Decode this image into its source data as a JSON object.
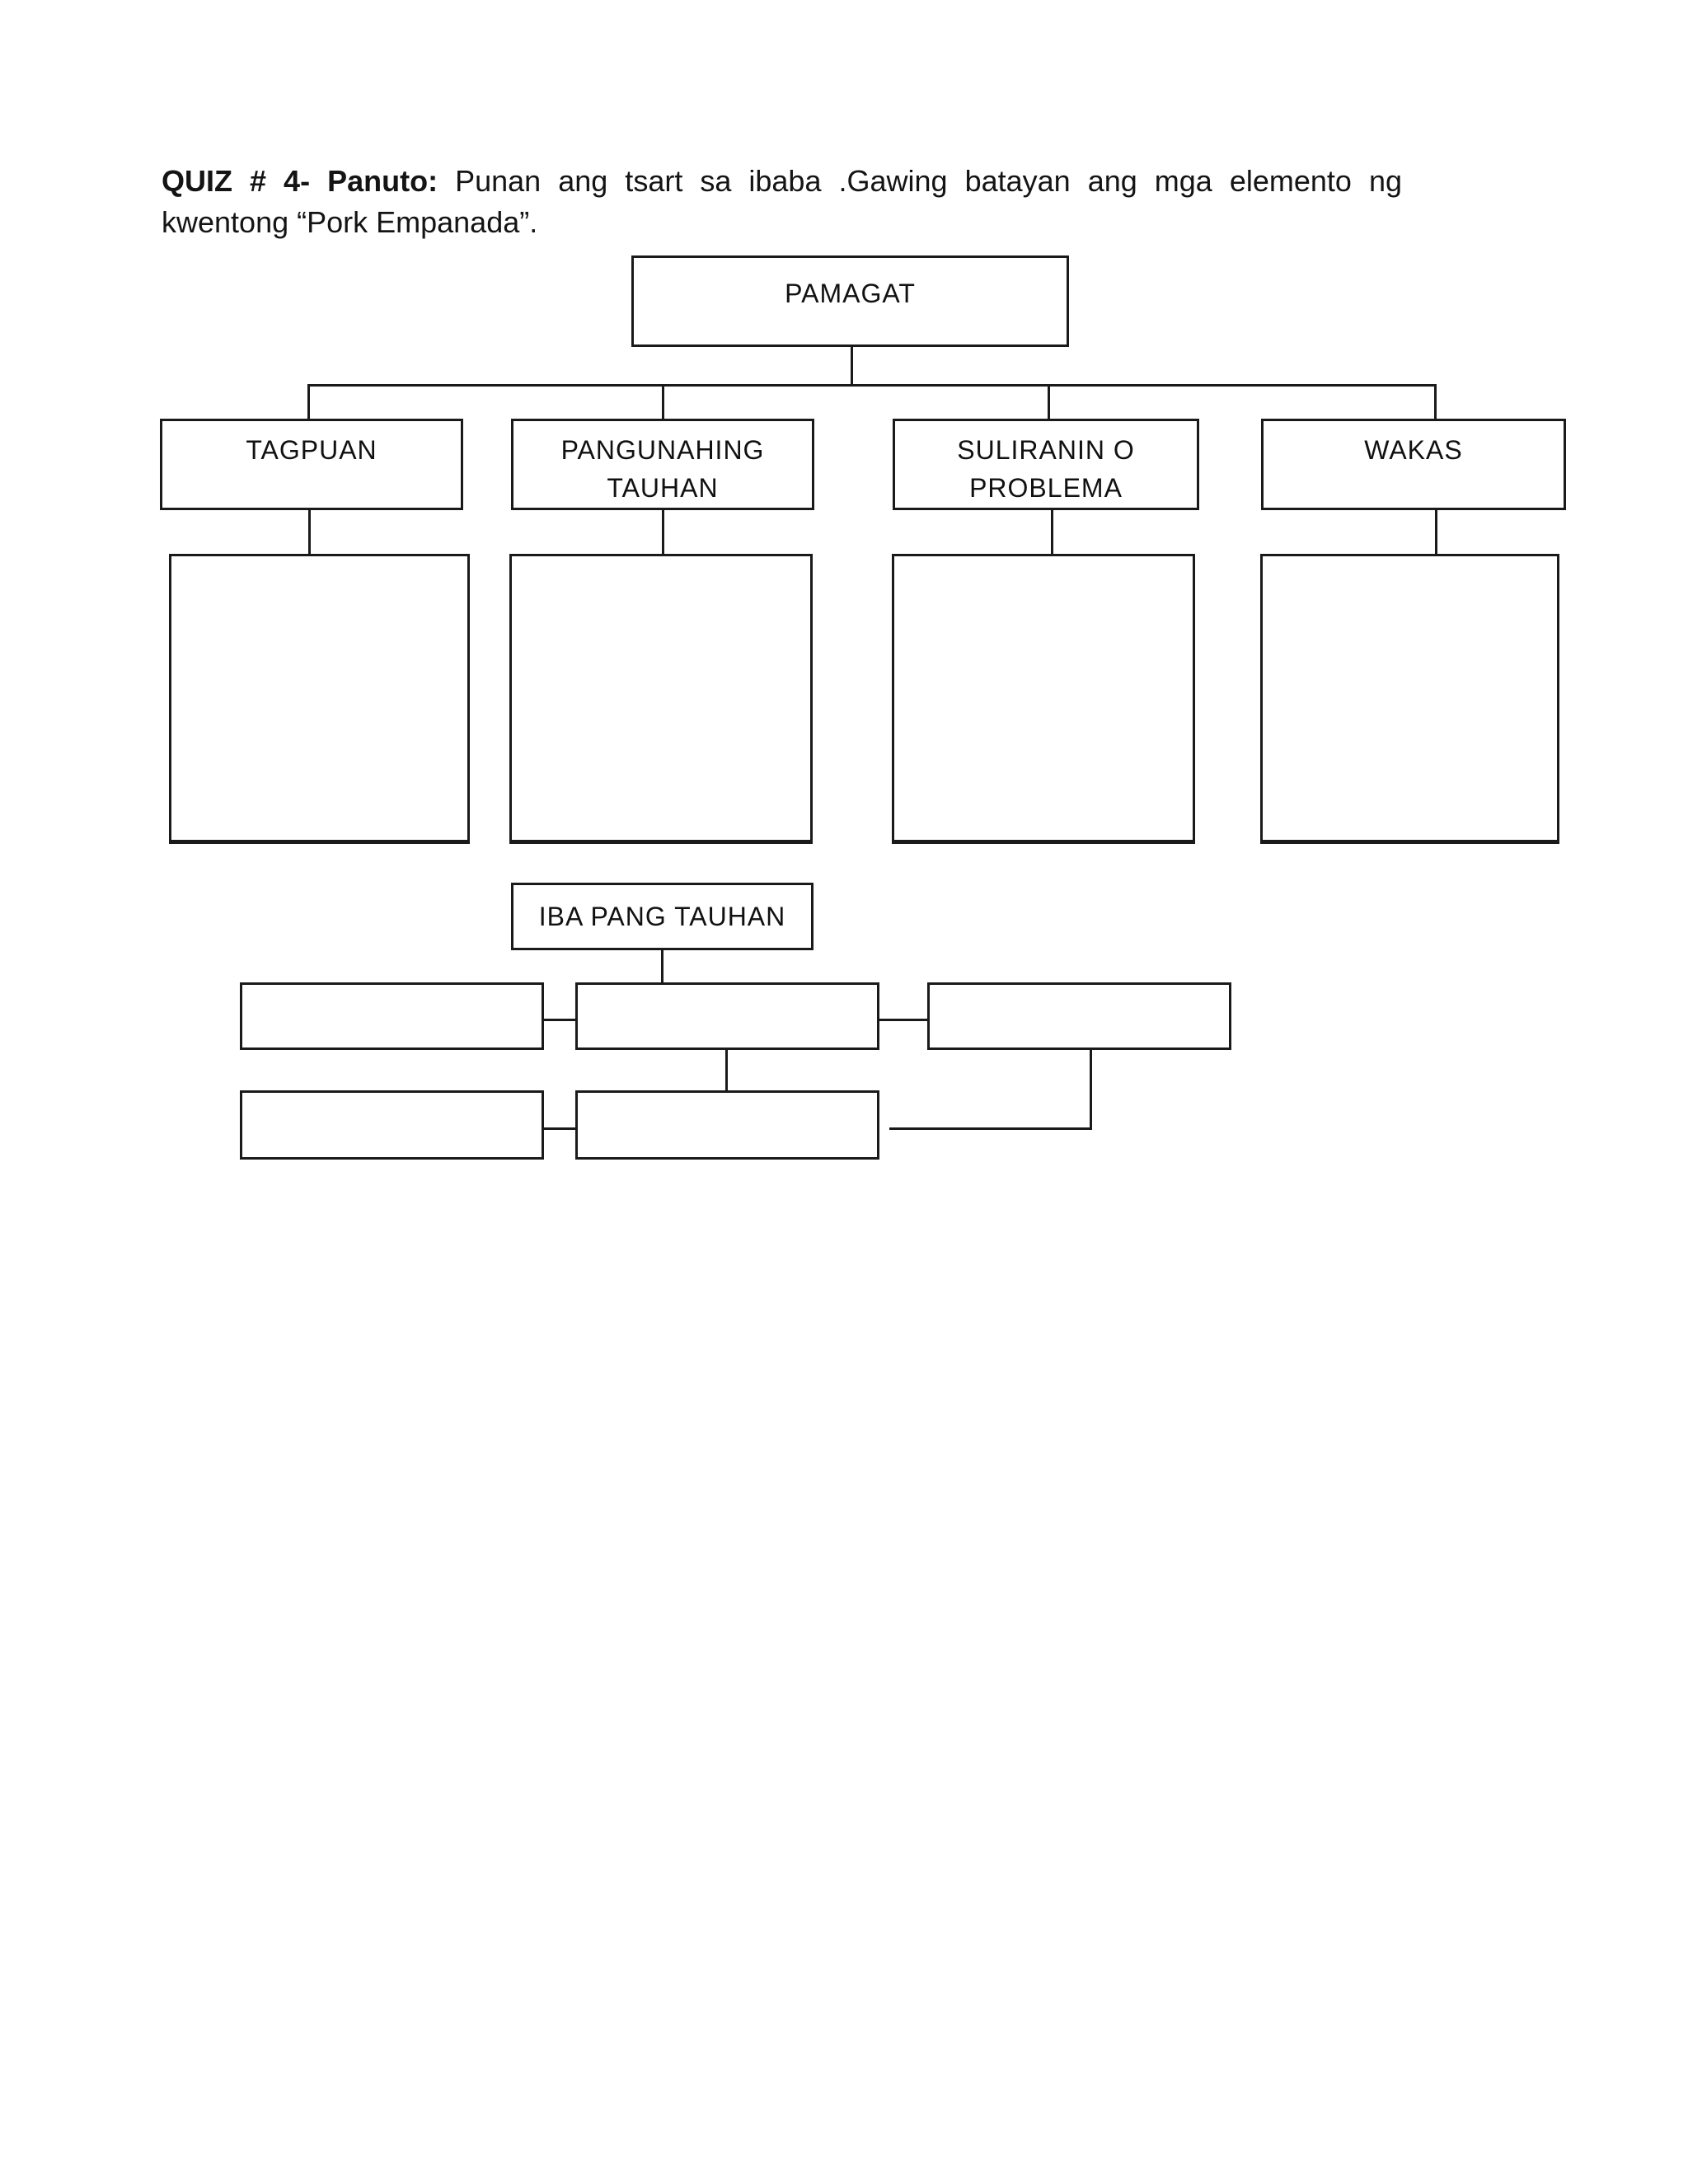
{
  "document": {
    "instruction": {
      "bold_prefix": "QUIZ # 4- Panuto:",
      "line1_rest": "Punan ang tsart sa ibaba .Gawing batayan ang mga elemento ng",
      "line2": "kwentong “Pork Empanada”."
    },
    "diagram": {
      "root_label": "PAMAGAT",
      "columns": [
        {
          "label": "TAGPUAN"
        },
        {
          "label": "PANGUNAHING TAUHAN"
        },
        {
          "label": "SULIRANIN O PROBLEMA"
        },
        {
          "label": "WAKAS"
        }
      ],
      "other_characters_label": "IBA PANG TAUHAN",
      "answer_boxes_empty": true,
      "line_color": "#1a1a1a",
      "background_color": "#ffffff"
    }
  }
}
